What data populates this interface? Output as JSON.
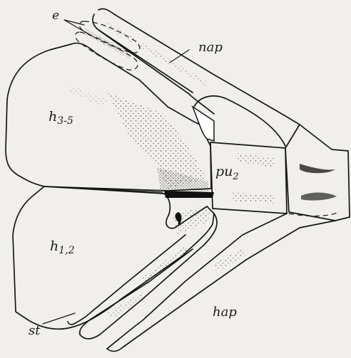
{
  "labels": {
    "e": "e",
    "nap": "nap",
    "h35": "h",
    "h35_sub": "3-5",
    "pu2": "pu",
    "pu2_sub": "2",
    "h12": "h",
    "h12_sub": "1,2",
    "hap": "hap",
    "st": "st"
  },
  "colors": {
    "background": "#f1efeb",
    "ink": "#161616"
  }
}
